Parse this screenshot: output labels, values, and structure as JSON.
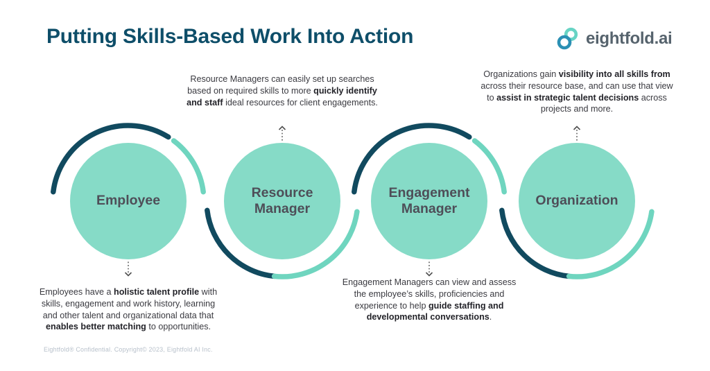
{
  "title": "Putting Skills-Based Work Into Action",
  "logo": {
    "text": "eightfold.ai"
  },
  "colors": {
    "title": "#0E4E69",
    "circle_fill": "#86DBC7",
    "arc_dark": "#114A5F",
    "arc_light": "#6FD5BF",
    "label": "#4E4E58",
    "body": "#3A3A40",
    "body_bold": "#232329",
    "arrow": "#4F4F4F",
    "footer_text": "#B8C1CB",
    "logo_text": "#56636D",
    "logo_blue": "#2B90B4",
    "logo_mint": "#68D4C4"
  },
  "stages": [
    {
      "label": "Employee",
      "note_position": "below",
      "note": [
        {
          "t": "Employees have a "
        },
        {
          "t": "holistic talent profile",
          "b": true
        },
        {
          "t": " with skills, engagement and work history, learning and other talent and organizational data that "
        },
        {
          "t": "enables better matching",
          "b": true
        },
        {
          "t": " to opportunities."
        }
      ]
    },
    {
      "label": "Resource Manager",
      "note_position": "above",
      "note": [
        {
          "t": "Resource Managers can easily set up searches based on required skills to more "
        },
        {
          "t": "quickly identify and staff",
          "b": true
        },
        {
          "t": " ideal resources for client engagements."
        }
      ]
    },
    {
      "label": "Engagement Manager",
      "note_position": "below",
      "note": [
        {
          "t": "Engagement Managers can view and assess the employee’s skills, proficiencies and experience to help "
        },
        {
          "t": "guide staffing and developmental conversations",
          "b": true
        },
        {
          "t": "."
        }
      ]
    },
    {
      "label": "Organization",
      "note_position": "above",
      "note": [
        {
          "t": "Organizations gain "
        },
        {
          "t": "visibility into all skills from",
          "b": true
        },
        {
          "t": " across their resource base, and can use that view to "
        },
        {
          "t": "assist in strategic talent decisions",
          "b": true
        },
        {
          "t": " across projects and more."
        }
      ]
    }
  ],
  "footer": "Eightfold® Confidential. Copyright© 2023, Eightfold AI Inc."
}
